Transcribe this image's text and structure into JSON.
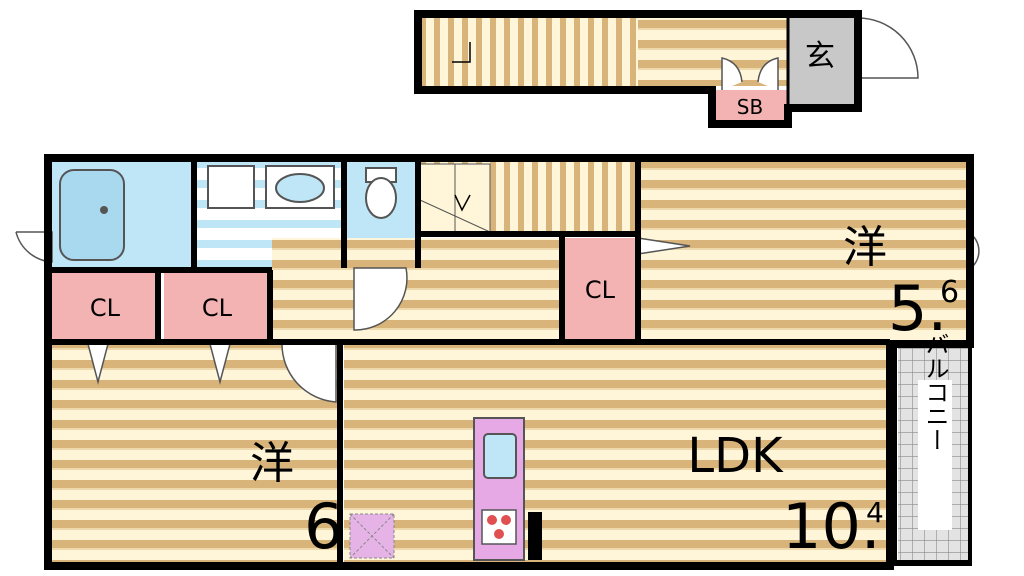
{
  "rooms": {
    "genkan": {
      "label": "玄"
    },
    "shoebox": {
      "label": "SB"
    },
    "cl_left": {
      "label": "CL"
    },
    "cl_mid": {
      "label": "CL"
    },
    "cl_right": {
      "label": "CL"
    },
    "western_right": {
      "label": "洋",
      "size": "5.6",
      "size_main": "5.",
      "size_sub": "6"
    },
    "western_left": {
      "label": "洋",
      "size": "6"
    },
    "ldk": {
      "label": "LDK",
      "size": "10.4",
      "size_main": "10.",
      "size_sub": "4"
    },
    "balcony": {
      "label": "バルコニー"
    }
  },
  "colors": {
    "floor_light": "#fff5d8",
    "floor_dark": "#c9a46a",
    "closet": "#f4b3b3",
    "wet_area": "#bfe6f7",
    "genkan": "#c8c8c8",
    "kitchen": "#e6a9e6",
    "balcony": "#d9d9d9",
    "wall": "#000000"
  }
}
